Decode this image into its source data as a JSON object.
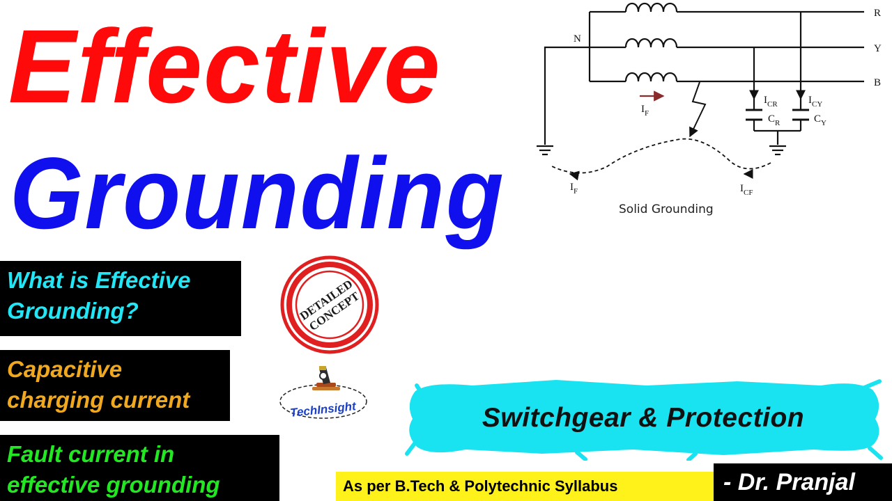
{
  "title": {
    "line1": "Effective",
    "line2": "Grounding"
  },
  "topics": [
    {
      "text": "What is Effective Grounding?",
      "color": "#22e6f5"
    },
    {
      "text": "Capacitive charging current",
      "color": "#f0a91e"
    },
    {
      "text": "Fault current in effective grounding",
      "color": "#22e822"
    }
  ],
  "stamp": {
    "line1": "DETAILED",
    "line2": "CONCEPT",
    "color": "#e02020"
  },
  "logo": {
    "name": "TechInsight"
  },
  "course": {
    "label": "Switchgear & Protection",
    "highlight_color": "#19e3f0"
  },
  "syllabus": {
    "label": "As per B.Tech & Polytechnic Syllabus",
    "color": "#fff21a"
  },
  "author": {
    "label": "- Dr. Pranjal"
  },
  "diagram": {
    "caption": "Solid Grounding",
    "neutral": "N",
    "phases": [
      "R",
      "Y",
      "B"
    ],
    "fault_current": {
      "main": "I",
      "sub": "F"
    },
    "return_current": {
      "main": "I",
      "sub": "F"
    },
    "capacitive_fault_current": {
      "main": "I",
      "sub": "CF"
    },
    "charging_currents": [
      {
        "main": "I",
        "sub": "CR"
      },
      {
        "main": "I",
        "sub": "CY"
      }
    ],
    "capacitors": [
      {
        "main": "C",
        "sub": "R"
      },
      {
        "main": "C",
        "sub": "Y"
      }
    ]
  }
}
